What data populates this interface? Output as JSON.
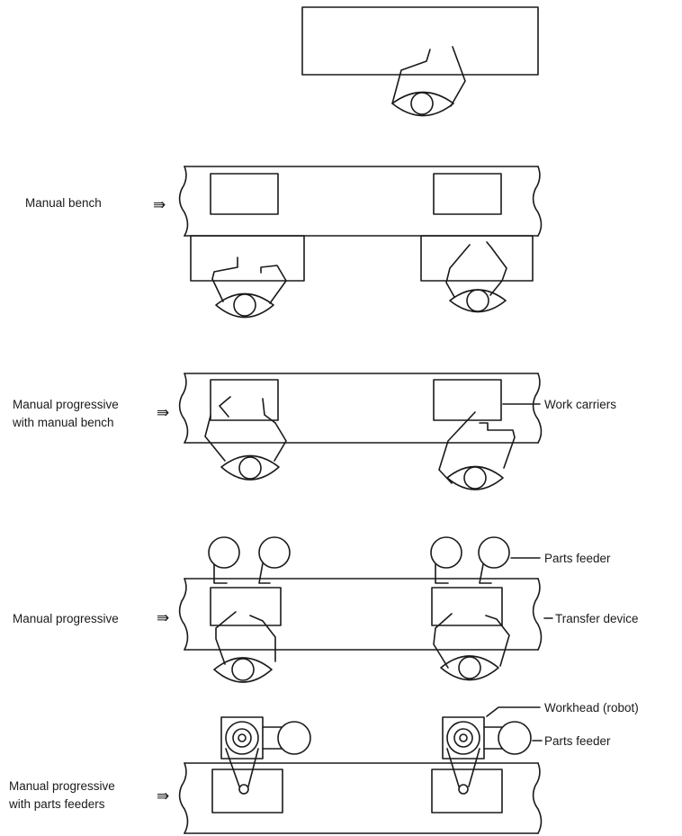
{
  "labels": {
    "manual_bench": "Manual bench",
    "manual_progressive_with_bench_line1": "Manual progressive",
    "manual_progressive_with_bench_line2": "with manual bench",
    "work_carriers": "Work carriers",
    "parts_feeder_1": "Parts feeder",
    "manual_progressive": "Manual progressive",
    "transfer_device": "Transfer device",
    "workhead_robot": "Workhead (robot)",
    "parts_feeder_2": "Parts feeder",
    "manual_progressive_with_feeders_line1": "Manual progressive",
    "manual_progressive_with_feeders_line2": "with parts feeders"
  },
  "icons": {
    "arrow": "⇛"
  }
}
